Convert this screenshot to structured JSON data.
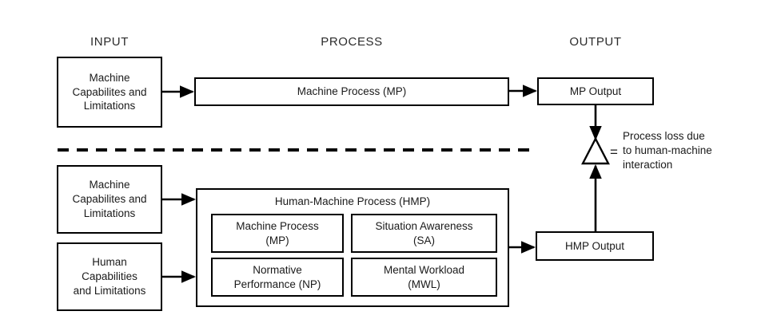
{
  "diagram": {
    "title_columns": [
      {
        "label": "INPUT"
      },
      {
        "label": "PROCESS"
      },
      {
        "label": "OUTPUT"
      }
    ],
    "top_row": {
      "input_box": "Machine\nCapabilites and\nLimitations",
      "process_box": "Machine Process (MP)",
      "output_box": "MP Output"
    },
    "bottom_row": {
      "input_box_machine": "Machine\nCapabilites and\nLimitations",
      "input_box_human": "Human\nCapabilities\nand Limitations",
      "process_container_title": "Human-Machine Process (HMP)",
      "process_subboxes": [
        "Machine Process\n(MP)",
        "Situation Awareness\n(SA)",
        "Normative\nPerformance (NP)",
        "Mental Workload\n(MWL)"
      ],
      "output_box": "HMP Output"
    },
    "delta_symbol": "△",
    "equals_symbol": "=",
    "delta_note": "Process loss due\nto human-machine\ninteraction",
    "colors": {
      "stroke": "#000000",
      "text": "#1a1a1a",
      "background": "#ffffff"
    }
  }
}
